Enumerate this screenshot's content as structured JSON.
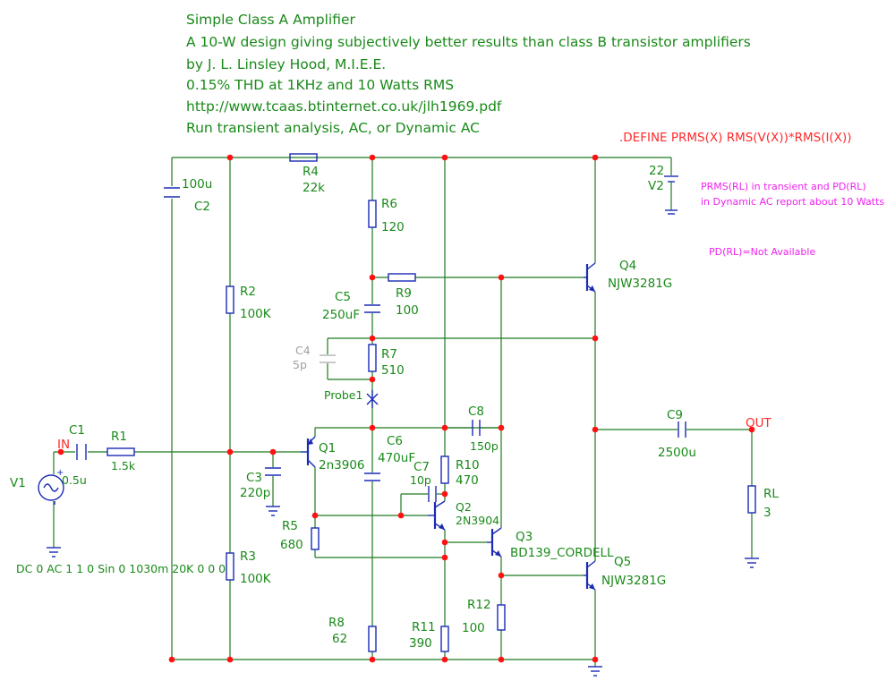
{
  "header": {
    "line1": "Simple Class A Amplifier",
    "line2": "A 10-W design giving subjectively better results than class B transistor amplifiers",
    "line3": "by J. L. Linsley Hood, M.I.E.E.",
    "line4": "0.15% THD at 1KHz and 10 Watts RMS",
    "line5": "http://www.tcaas.btinternet.co.uk/jlh1969.pdf",
    "line6": "Run transient analysis, AC, or Dynamic AC"
  },
  "define_text": ".DEFINE PRMS(X) RMS(V(X))*RMS(I(X))",
  "notes": {
    "prms_line1": "PRMS(RL) in transient and PD(RL)",
    "prms_line2": "in Dynamic AC report about 10 Watts",
    "pd": "PD(RL)=Not Available"
  },
  "nodes": {
    "in": "IN",
    "out": "OUT"
  },
  "probe": "Probe1",
  "source": {
    "name": "V1",
    "value": "0.5u",
    "spec": "DC 0 AC 1 1 0 Sin 0 1030m 20K 0 0 0"
  },
  "supply": {
    "name": "V2",
    "value": "22"
  },
  "components": {
    "C1": {
      "name": "C1"
    },
    "R1": {
      "name": "R1",
      "value": "1.5k"
    },
    "C2": {
      "name": "C2",
      "value": "100u"
    },
    "R4": {
      "name": "R4",
      "value": "22k"
    },
    "R2": {
      "name": "R2",
      "value": "100K"
    },
    "R3": {
      "name": "R3",
      "value": "100K"
    },
    "C3": {
      "name": "C3",
      "value": "220p"
    },
    "R6": {
      "name": "R6",
      "value": "120"
    },
    "C5": {
      "name": "C5",
      "value": "250uF"
    },
    "R9": {
      "name": "R9",
      "value": "100"
    },
    "C4": {
      "name": "C4",
      "value": "5p"
    },
    "R7": {
      "name": "R7",
      "value": "510"
    },
    "C6": {
      "name": "C6",
      "value": "470uF"
    },
    "C7": {
      "name": "C7",
      "value": "10p"
    },
    "R10": {
      "name": "R10",
      "value": "470"
    },
    "C8": {
      "name": "C8",
      "value": "150p"
    },
    "R5": {
      "name": "R5",
      "value": "680"
    },
    "R8": {
      "name": "R8",
      "value": "62"
    },
    "R11": {
      "name": "R11",
      "value": "390"
    },
    "R12": {
      "name": "R12",
      "value": "100"
    },
    "C9": {
      "name": "C9",
      "value": "2500u"
    },
    "RL": {
      "name": "RL",
      "value": "3"
    },
    "Q1": {
      "name": "Q1",
      "model": "2n3906"
    },
    "Q2": {
      "name": "Q2",
      "model": "2N3904"
    },
    "Q3": {
      "name": "Q3",
      "model": "BD139_CORDELL"
    },
    "Q4": {
      "name": "Q4",
      "model": "NJW3281G"
    },
    "Q5": {
      "name": "Q5",
      "model": "NJW3281G"
    }
  },
  "colors": {
    "text": "#1a8a1a",
    "wire": "#1f7a1f",
    "component": "#1a2bb5",
    "node_dot": "#ff1111",
    "define": "#ff2a2a",
    "note": "#ee22ee",
    "disabled": "#a0a0a0"
  }
}
